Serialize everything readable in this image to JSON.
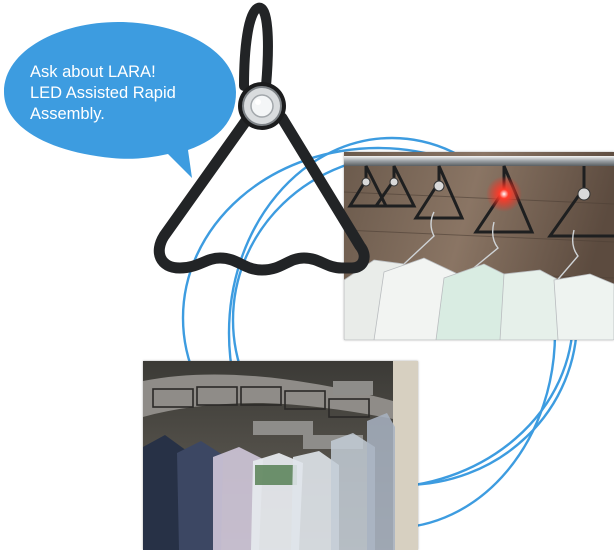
{
  "callout": {
    "lines": [
      "Ask about LARA!",
      "LED Assisted Rapid",
      "Assembly."
    ]
  },
  "colors": {
    "bubble": "#3d9ce0",
    "rings": "#3d9ce0",
    "hanger": "#222426",
    "led": "#ff2a1a"
  },
  "icons": {
    "hanger": "hanger-icon",
    "led_button": "led-button-icon"
  }
}
